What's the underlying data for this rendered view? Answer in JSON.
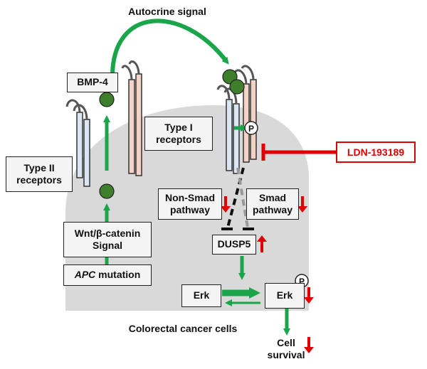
{
  "title": "Autocrine signal",
  "labels": {
    "bmp4": "BMP-4",
    "type1_line1": "Type I",
    "type1_line2": "receptors",
    "type2_line1": "Type II",
    "type2_line2": "receptors",
    "inhibitor": "LDN-193189",
    "nonsmad_line1": "Non-Smad",
    "nonsmad_line2": "pathway",
    "smad_line1": "Smad",
    "smad_line2": "pathway",
    "wnt_line1": "Wnt/β-catenin",
    "wnt_line2": "Signal",
    "apc_gene": "APC",
    "apc_rest": " mutation",
    "dusp5": "DUSP5",
    "erk": "Erk",
    "erk_p": "Erk",
    "phospho": "P",
    "cells": "Colorectal cancer cells",
    "survival_line1": "Cell",
    "survival_line2": "survival"
  },
  "colors": {
    "green_arrow": "#1aa54a",
    "ligand": "#3f7f2c",
    "inhibitor_red": "#e00000",
    "cell_fill": "#d9d9d9",
    "type2_receptor": "#dbe6f3",
    "type1_receptor": "#f2d3c6"
  },
  "regulation": {
    "nonsmad": "down",
    "smad": "down",
    "dusp5": "up",
    "erk_p": "down",
    "survival": "down"
  }
}
